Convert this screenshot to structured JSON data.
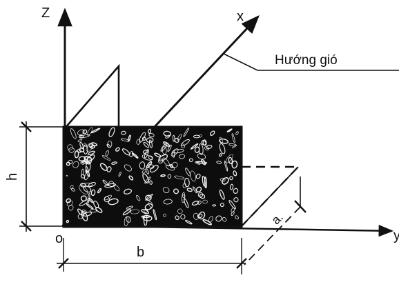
{
  "labels": {
    "z_axis": "Z",
    "x_axis": "x",
    "y_axis": "y",
    "origin": "o",
    "height": "h",
    "width": "b",
    "depth": "a.",
    "wind_direction": "Hướng gió"
  },
  "colors": {
    "ink": "#111111",
    "fill": "#0d0d0d",
    "pebble": "#f2f2f2",
    "background": "#ffffff"
  }
}
